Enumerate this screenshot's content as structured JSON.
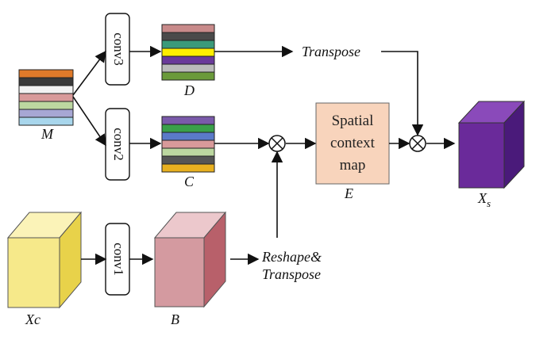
{
  "labels": {
    "M": "M",
    "D": "D",
    "C": "C",
    "E": "E",
    "B": "B",
    "Xc": "Xc",
    "Xs_main": "X",
    "Xs_sub": "s",
    "transpose": "Transpose",
    "reshape_line1": "Reshape&",
    "reshape_line2": "Transpose"
  },
  "convs": {
    "conv1": "conv1",
    "conv2": "conv2",
    "conv3": "conv3"
  },
  "spatial_map": {
    "line1": "Spatial",
    "line2": "context",
    "line3": "map"
  },
  "colors": {
    "M_stripes": [
      "#e07a2a",
      "#3a3a3a",
      "#f2f2f2",
      "#d89a9a",
      "#bcd7a0",
      "#a7a7d4",
      "#a8d6ec"
    ],
    "D_stripes": [
      "#c88a8a",
      "#4a4a4a",
      "#3a9a7a",
      "#ffee00",
      "#6a3a9a",
      "#bbbbbb",
      "#6a9a3a"
    ],
    "C_stripes": [
      "#7a5aaa",
      "#3aa04a",
      "#5a7ac8",
      "#d89a9a",
      "#bcd7a0",
      "#555555",
      "#e8b020"
    ],
    "Xc_front": "#f6e98a",
    "Xc_top": "#fbf3b8",
    "Xc_side": "#e8d24a",
    "B_front": "#d49aa0",
    "B_top": "#ecc8cc",
    "B_side": "#b8606a",
    "Xs_front": "#6a2a9a",
    "Xs_top": "#8a4aba",
    "Xs_side": "#4a1a7a",
    "spatial_fill": "#f8d4bc"
  }
}
